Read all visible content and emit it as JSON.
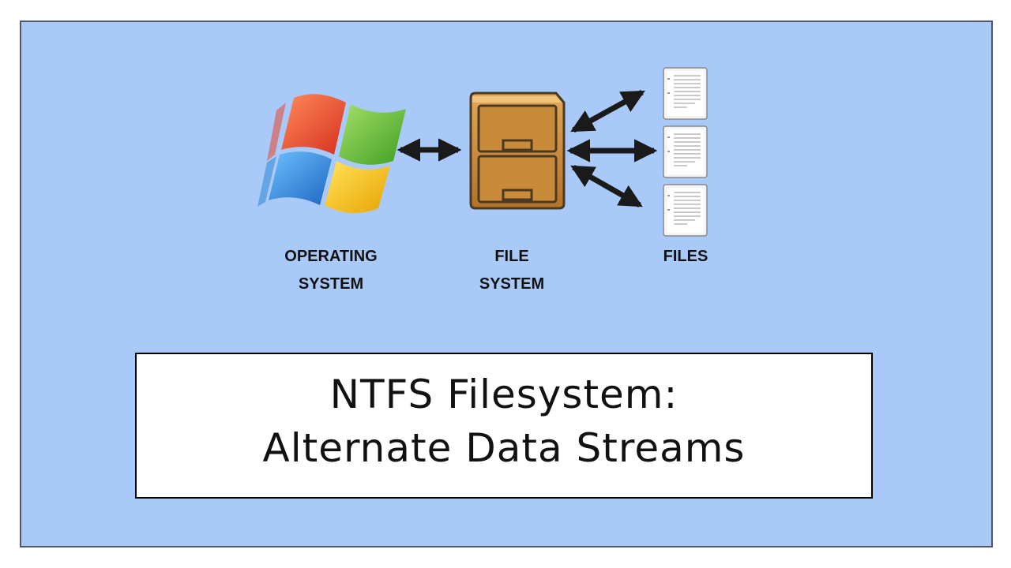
{
  "labels": {
    "operating_system": [
      "OPERATING",
      "SYSTEM"
    ],
    "file_system": [
      "FILE",
      "SYSTEM"
    ],
    "files": [
      "FILES"
    ]
  },
  "title": {
    "line1": "NTFS Filesystem:",
    "line2": "Alternate Data Streams"
  },
  "colors": {
    "background": "#a9c9f8",
    "border": "#50566a",
    "title_box_fill": "#ffffff",
    "title_box_border": "#000000",
    "arrows": "#1a1a1a",
    "cabinet": "#c98a3a",
    "win_red": "#e8452c",
    "win_green": "#6bbf3a",
    "win_blue": "#2f86d6",
    "win_yellow": "#f7c417"
  },
  "icons": {
    "operating_system": "windows-logo-icon",
    "file_system": "file-cabinet-icon",
    "files": "document-icon"
  }
}
